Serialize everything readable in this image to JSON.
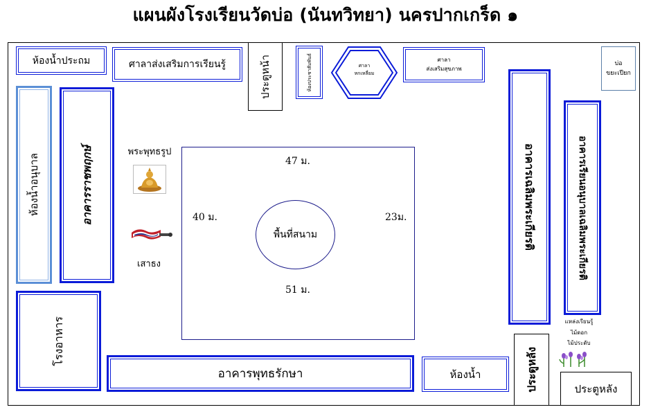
{
  "title": "แผนผังโรงเรียนวัดบ่อ (นันทวิทยา) นครปากเกร็ด ๑",
  "buildings": {
    "bathroom_pratom": "ห้องน้ำประถม",
    "learning_hall": "ศาลาส่งเสริมการเรียนรู้",
    "front_gate": "ประตูหน้า",
    "small_room": "ห้องประชาสัมพันธ์",
    "hexagon_pavilion_line1": "ศาลา",
    "hexagon_pavilion_line2": "หกเหลี่ยม",
    "health_hall_line1": "ศาลา",
    "health_hall_line2": "ส่งเสริมสุขภาพ",
    "bobo_line1": "บ่อ",
    "bobo_line2": "ขยะเปียก",
    "kindergarten_bathroom": "ห้องน้ำอนุบาล",
    "ratchaphruek_building": "อาคารราชพฤกษ์",
    "buddha_label": "พระพุทธรูป",
    "flagpole_label": "เสาธง",
    "field_center": "พื้นที่สนาม",
    "field_top": "47 ม.",
    "field_left": "40 ม.",
    "field_right": "23ม.",
    "field_bottom": "51 ม.",
    "building_3": "อาคารเฉลิมพระเกียรติ",
    "building_4": "อาคารเรียนอนุบาลเฉลิมพระเกียรติ",
    "learning_source_line1": "แหล่งเรียนรู้",
    "learning_source_line2": "ไม้ดอก",
    "learning_source_line3": "ไม้ประดับ",
    "canteen": "โรงอาหาร",
    "phutthaurakkha_building": "อาคารพุทธรักษา",
    "bathroom": "ห้องน้ำ",
    "back_gate_vertical": "ประตูหลัง",
    "back_gate": "ประตูหลัง"
  },
  "colors": {
    "accent_blue": "#0a1bd8",
    "light_blue": "#5b8fd6",
    "field_line": "#1b1b8a"
  },
  "icons": [
    "buddha-statue-icon",
    "flag-icon",
    "flower-icon"
  ]
}
